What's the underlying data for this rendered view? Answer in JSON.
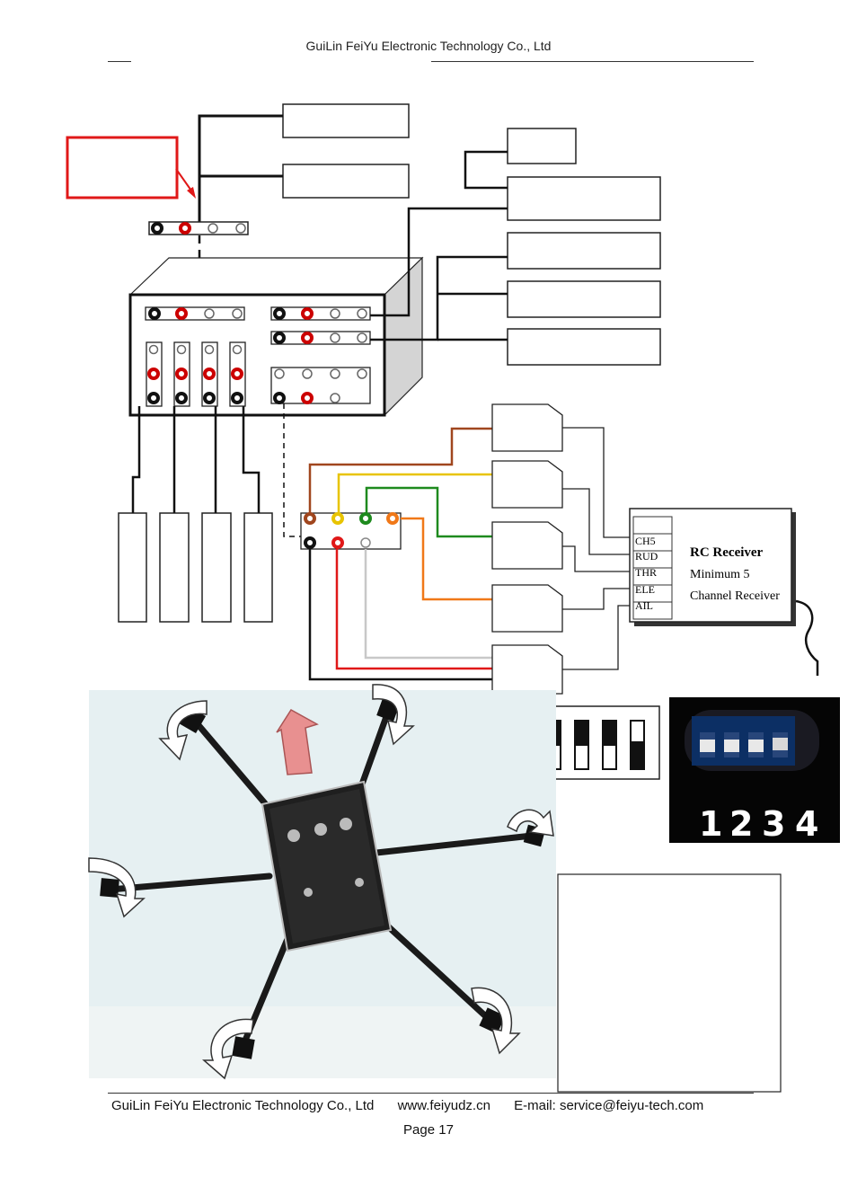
{
  "header": {
    "company": "GuiLin FeiYu Electronic Technology Co., Ltd"
  },
  "receiver": {
    "title": "RC Receiver",
    "line2": "Minimum 5",
    "line3": "Channel Receiver",
    "channels": [
      "CH5",
      "RUD",
      "THR",
      "ELE",
      "AIL"
    ]
  },
  "dip_photo": {
    "numbers": [
      "1",
      "2",
      "3",
      "4"
    ]
  },
  "footer": {
    "company": "GuiLin FeiYu Electronic Technology Co., Ltd",
    "website": "www.feiyudz.cn",
    "email": "E-mail: service@feiyu-tech.com",
    "page": "Page 17"
  },
  "colors": {
    "wire_brown": "#a0461e",
    "wire_yellow": "#e8c400",
    "wire_green": "#1e8a1e",
    "wire_orange": "#f07818",
    "wire_red": "#e01818",
    "wire_gray": "#c8c8c8",
    "callout_red": "#e01818"
  }
}
